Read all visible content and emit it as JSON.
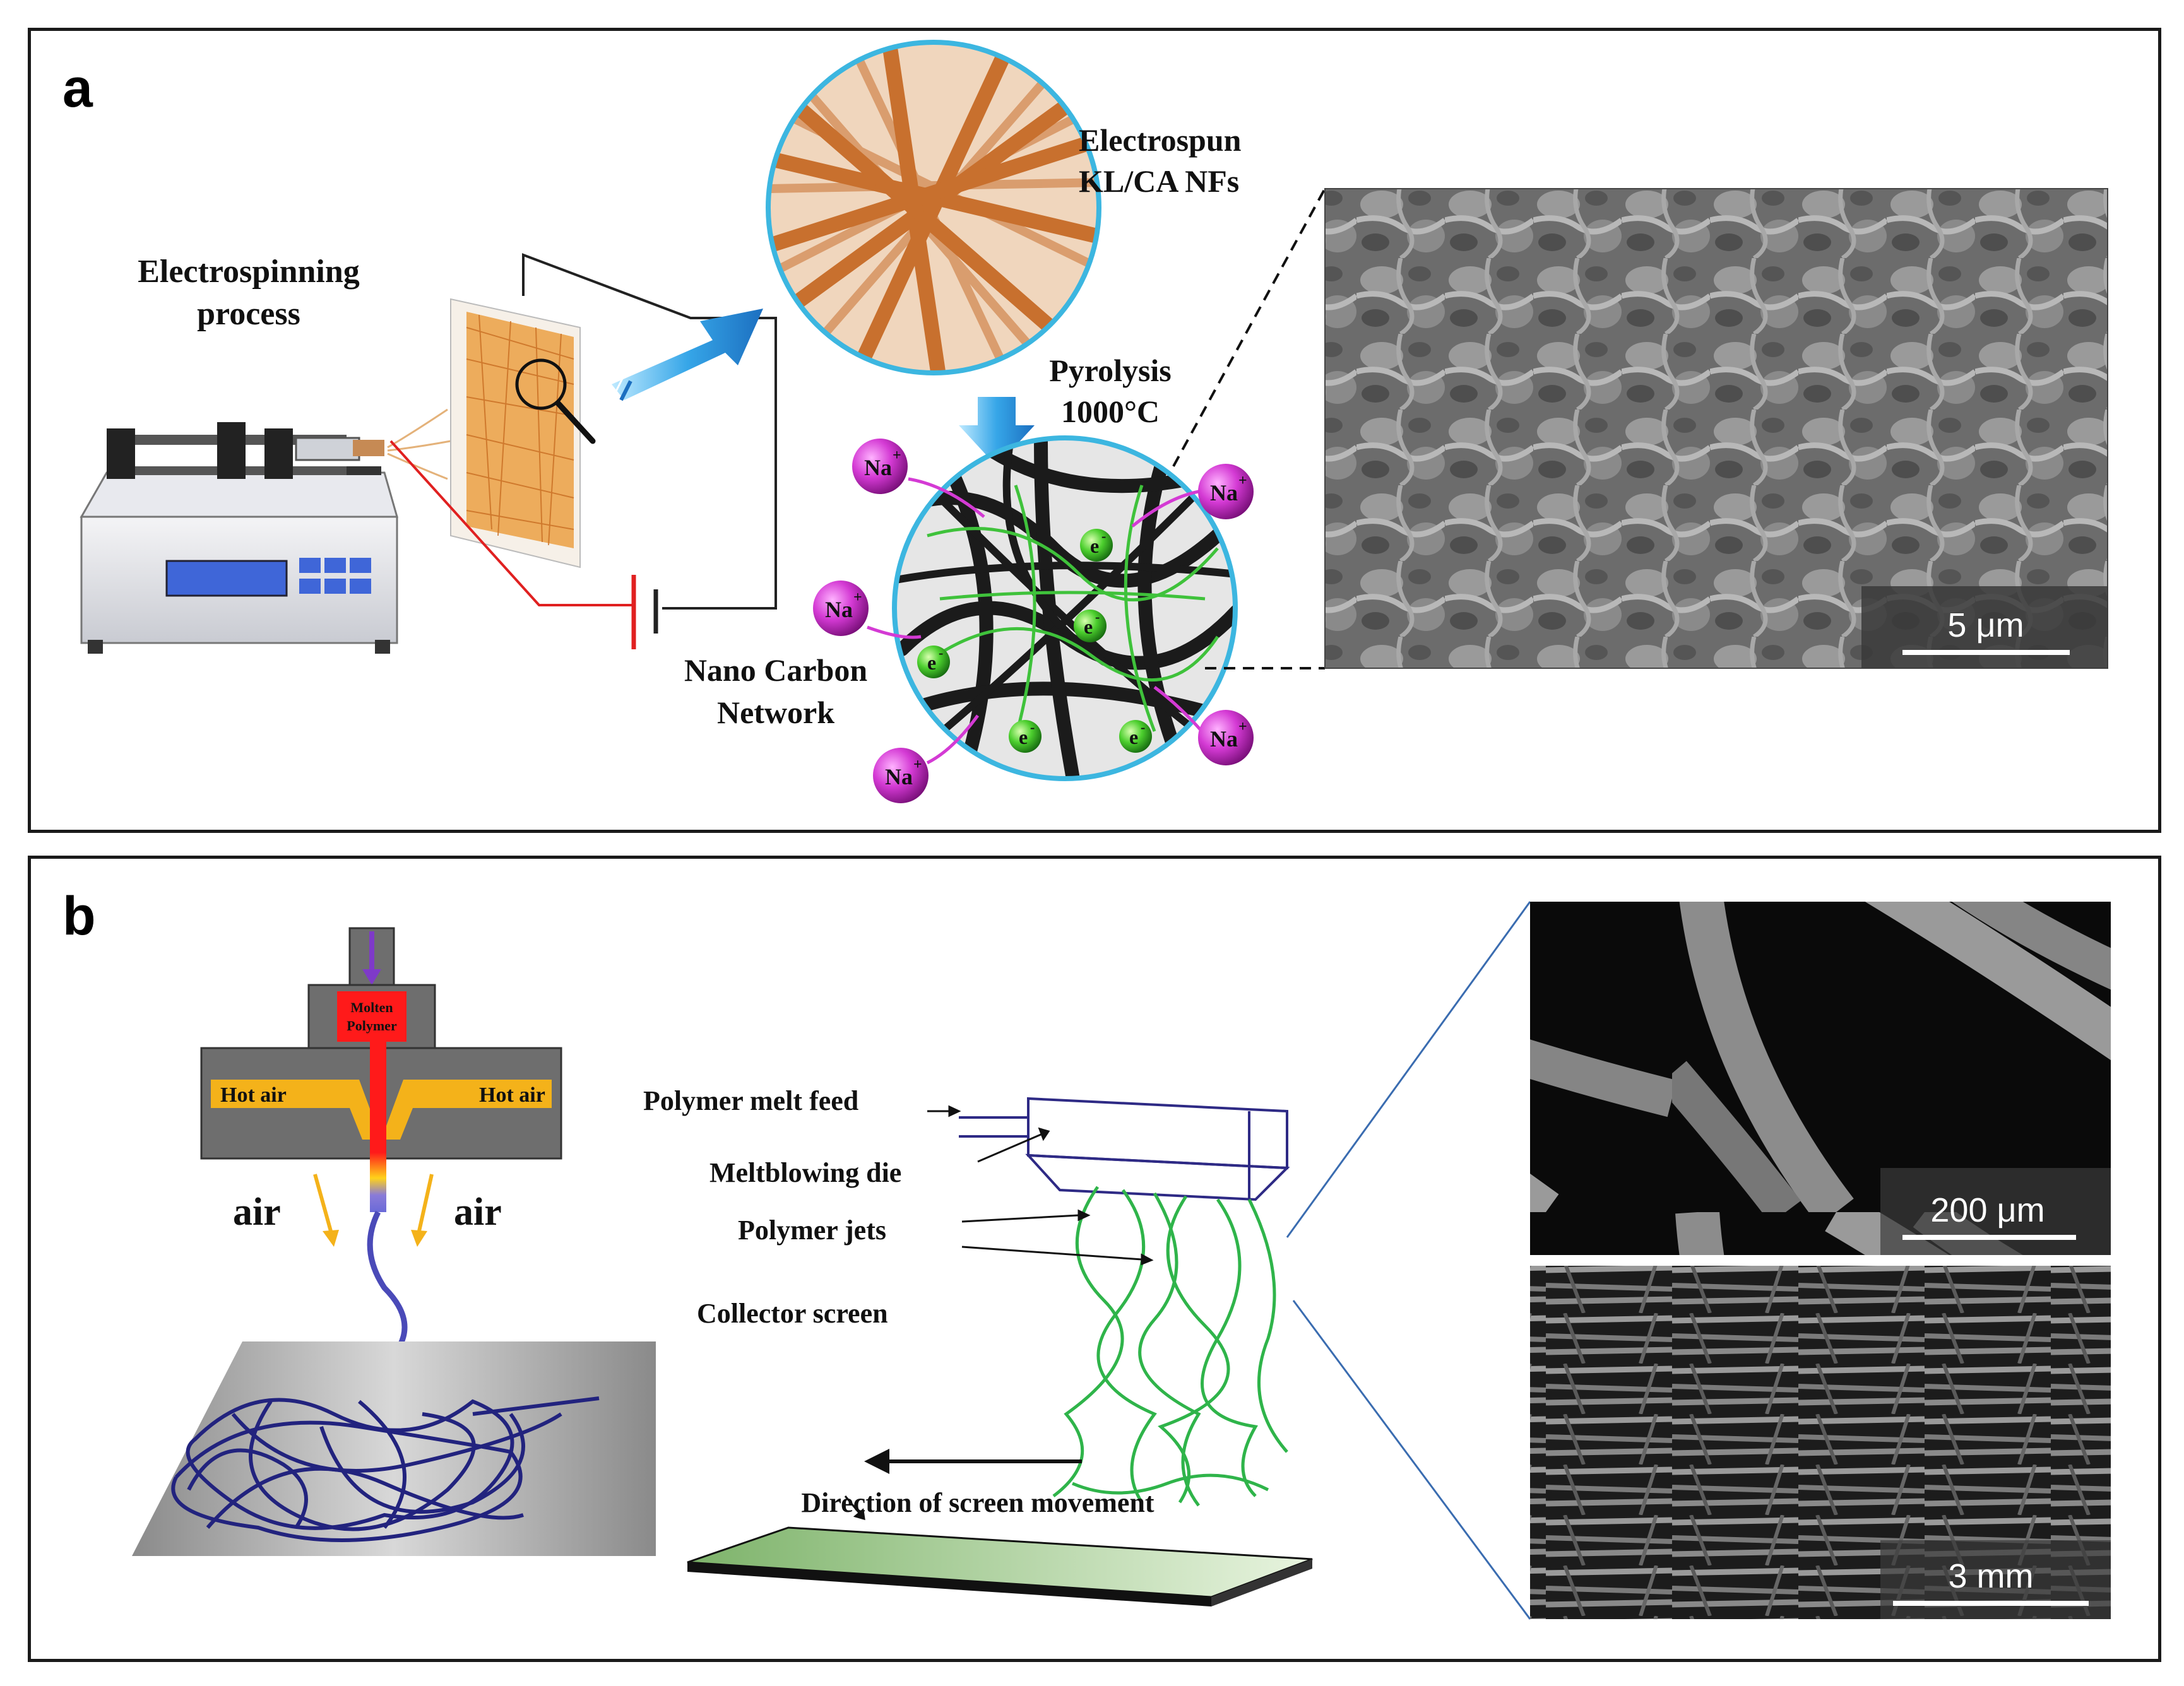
{
  "panel_a": {
    "letter": "a",
    "electrospinning_label_line1": "Electrospinning",
    "electrospinning_label_line2": "process",
    "electrospun_label_line1": "Electrospun",
    "electrospun_label_line2": "KL/CA NFs",
    "pyrolysis_label_line1": "Pyrolysis",
    "pyrolysis_label_line2": "1000°C",
    "network_label_line1": "Nano Carbon",
    "network_label_line2": "Network",
    "ion_label": "Na",
    "ion_charge": "+",
    "electron_label": "e",
    "electron_charge": "-",
    "sem_scale_bar": "5 μm"
  },
  "panel_b": {
    "letter": "b",
    "die_feed_label_line1": "Molten",
    "die_feed_label_line2": "Polymer",
    "hot_air_left": "Hot air",
    "hot_air_right": "Hot air",
    "air_left": "air",
    "air_right": "air",
    "polymer_melt_feed": "Polymer melt feed",
    "meltblowing_die": "Meltblowing die",
    "polymer_jets": "Polymer jets",
    "collector_screen": "Collector screen",
    "direction_label": "Direction of screen movement",
    "sem_top_scale_bar": "200 μm",
    "sem_bottom_scale_bar": "3 mm"
  },
  "colors": {
    "fiber_orange": "#c8702e",
    "circle_border": "#3cb6e0",
    "carbon_black": "#1b1b1b",
    "network_green": "#3fc23b",
    "sodium_magenta": "#d43ad4",
    "die_gray": "#6e6e6e",
    "hot_air_yellow": "#f4b21a",
    "molten_red": "#ff1a1a",
    "fiber_navy": "#22237e",
    "jets_green": "#2fb44a",
    "zoom_line_blue": "#3a6cb0"
  }
}
